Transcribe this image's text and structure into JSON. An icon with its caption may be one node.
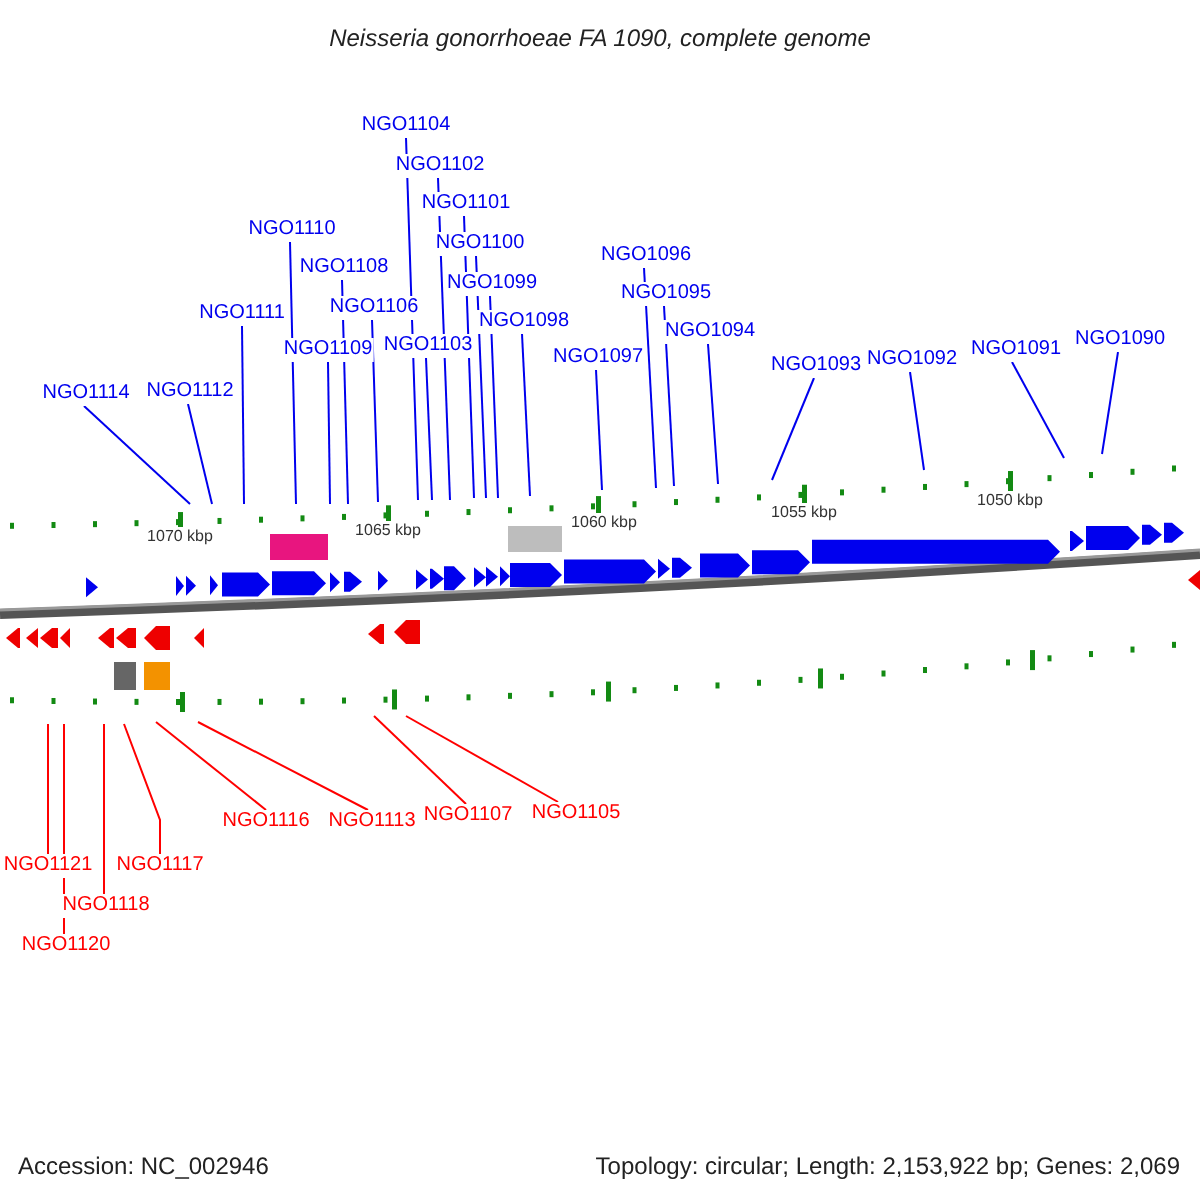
{
  "diagram": {
    "title": "Neisseria gonorrhoeae FA 1090, complete genome",
    "nodes": [
      {
        "text": [
          "NGO1114"
        ]
      },
      {
        "text": [
          "NGO1112"
        ]
      },
      {
        "text": [
          "NGO1111"
        ]
      },
      {
        "text": [
          "NGO1110"
        ]
      },
      {
        "text": [
          "NGO1109"
        ]
      },
      {
        "text": [
          "NGO1108"
        ]
      },
      {
        "text": [
          "NGO1106"
        ]
      },
      {
        "text": [
          "NGO1104"
        ]
      },
      {
        "text": [
          "NGO1103"
        ]
      },
      {
        "text": [
          "NGO1102"
        ]
      },
      {
        "text": [
          "NGO1101"
        ]
      },
      {
        "text": [
          "NGO1100"
        ]
      },
      {
        "text": [
          "NGO1099"
        ]
      },
      {
        "text": [
          "NGO1098"
        ]
      },
      {
        "text": [
          "NGO1097"
        ]
      },
      {
        "text": [
          "NGO1096"
        ]
      },
      {
        "text": [
          "NGO1095"
        ]
      },
      {
        "text": [
          "NGO1094"
        ]
      },
      {
        "text": [
          "NGO1093"
        ]
      },
      {
        "text": [
          "NGO1092"
        ]
      },
      {
        "text": [
          "NGO1091"
        ]
      },
      {
        "text": [
          "NGO1090"
        ]
      },
      {
        "text": [
          "NGO1121"
        ]
      },
      {
        "text": [
          "NGO1120"
        ]
      },
      {
        "text": [
          "NGO1118"
        ]
      },
      {
        "text": [
          "NGO1117"
        ]
      },
      {
        "text": [
          "NGO1116"
        ]
      },
      {
        "text": [
          "NGO1113"
        ]
      },
      {
        "text": [
          "NGO1107"
        ]
      },
      {
        "text": [
          "NGO1105"
        ]
      }
    ],
    "edges": [
      {
        "from": 0,
        "to": null,
        "arrow": "none"
      },
      {
        "from": 1,
        "to": null,
        "arrow": "none"
      },
      {
        "from": 2,
        "to": null,
        "arrow": "none"
      },
      {
        "from": 3,
        "to": null,
        "arrow": "none"
      },
      {
        "from": 4,
        "to": null,
        "arrow": "none"
      },
      {
        "from": 5,
        "to": null,
        "arrow": "none"
      },
      {
        "from": 6,
        "to": null,
        "arrow": "none"
      },
      {
        "from": 7,
        "to": null,
        "arrow": "none"
      },
      {
        "from": 8,
        "to": null,
        "arrow": "none"
      },
      {
        "from": 9,
        "to": null,
        "arrow": "none"
      },
      {
        "from": 10,
        "to": null,
        "arrow": "none"
      },
      {
        "from": 11,
        "to": null,
        "arrow": "none"
      },
      {
        "from": 12,
        "to": null,
        "arrow": "none"
      },
      {
        "from": 13,
        "to": null,
        "arrow": "none"
      },
      {
        "from": 14,
        "to": null,
        "arrow": "none"
      },
      {
        "from": 15,
        "to": null,
        "arrow": "none"
      },
      {
        "from": 16,
        "to": null,
        "arrow": "none"
      },
      {
        "from": 17,
        "to": null,
        "arrow": "none"
      },
      {
        "from": 18,
        "to": null,
        "arrow": "none"
      },
      {
        "from": 19,
        "to": null,
        "arrow": "none"
      },
      {
        "from": 20,
        "to": null,
        "arrow": "none"
      },
      {
        "from": 21,
        "to": null,
        "arrow": "none"
      },
      {
        "from": 22,
        "to": null,
        "arrow": "none",
        "color": "#ff0000"
      },
      {
        "from": 23,
        "to": null,
        "arrow": "none",
        "color": "#ff0000"
      },
      {
        "from": 24,
        "to": null,
        "arrow": "none",
        "color": "#ff0000"
      },
      {
        "from": 25,
        "to": null,
        "arrow": "none",
        "color": "#ff0000"
      },
      {
        "from": 26,
        "to": null,
        "arrow": "none",
        "color": "#ff0000"
      },
      {
        "from": 27,
        "to": null,
        "arrow": "none",
        "color": "#ff0000"
      },
      {
        "from": 28,
        "to": null,
        "arrow": "none",
        "color": "#ff0000"
      },
      {
        "from": 29,
        "to": null,
        "arrow": "none",
        "color": "#ff0000"
      }
    ],
    "labels": [
      "1070 kbp",
      "1065 kbp",
      "1060 kbp",
      "1055 kbp",
      "1050 kbp",
      "Accession: NC_002946",
      "Topology: circular; Length: 2,153,922 bp; Genes: 2,069"
    ]
  }
}
